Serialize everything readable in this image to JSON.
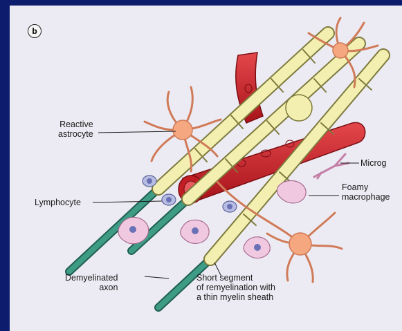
{
  "figure": {
    "panel_label": "b",
    "labels": {
      "reactive_astrocyte": [
        "Reactive",
        "astrocyte"
      ],
      "microglia": "Microg",
      "foamy_macrophage": [
        "Foamy",
        "macrophage"
      ],
      "lymphocyte": "Lymphocyte",
      "demyelinated_axon": [
        "Demyelinated",
        "axon"
      ],
      "remyelination": [
        "Short segment",
        "of remyelination with",
        "a thin myelin sheath"
      ]
    }
  },
  "colors": {
    "frame": "#0e1c6e",
    "background": "#ecebf3",
    "myelin": "#f3efb0",
    "axon": "#3e9b86",
    "vessel": "#d3252d",
    "astrocyte": "#f5a77f",
    "lymphocyte": "#b7bde2",
    "macrophage": "#f0c9e1"
  }
}
